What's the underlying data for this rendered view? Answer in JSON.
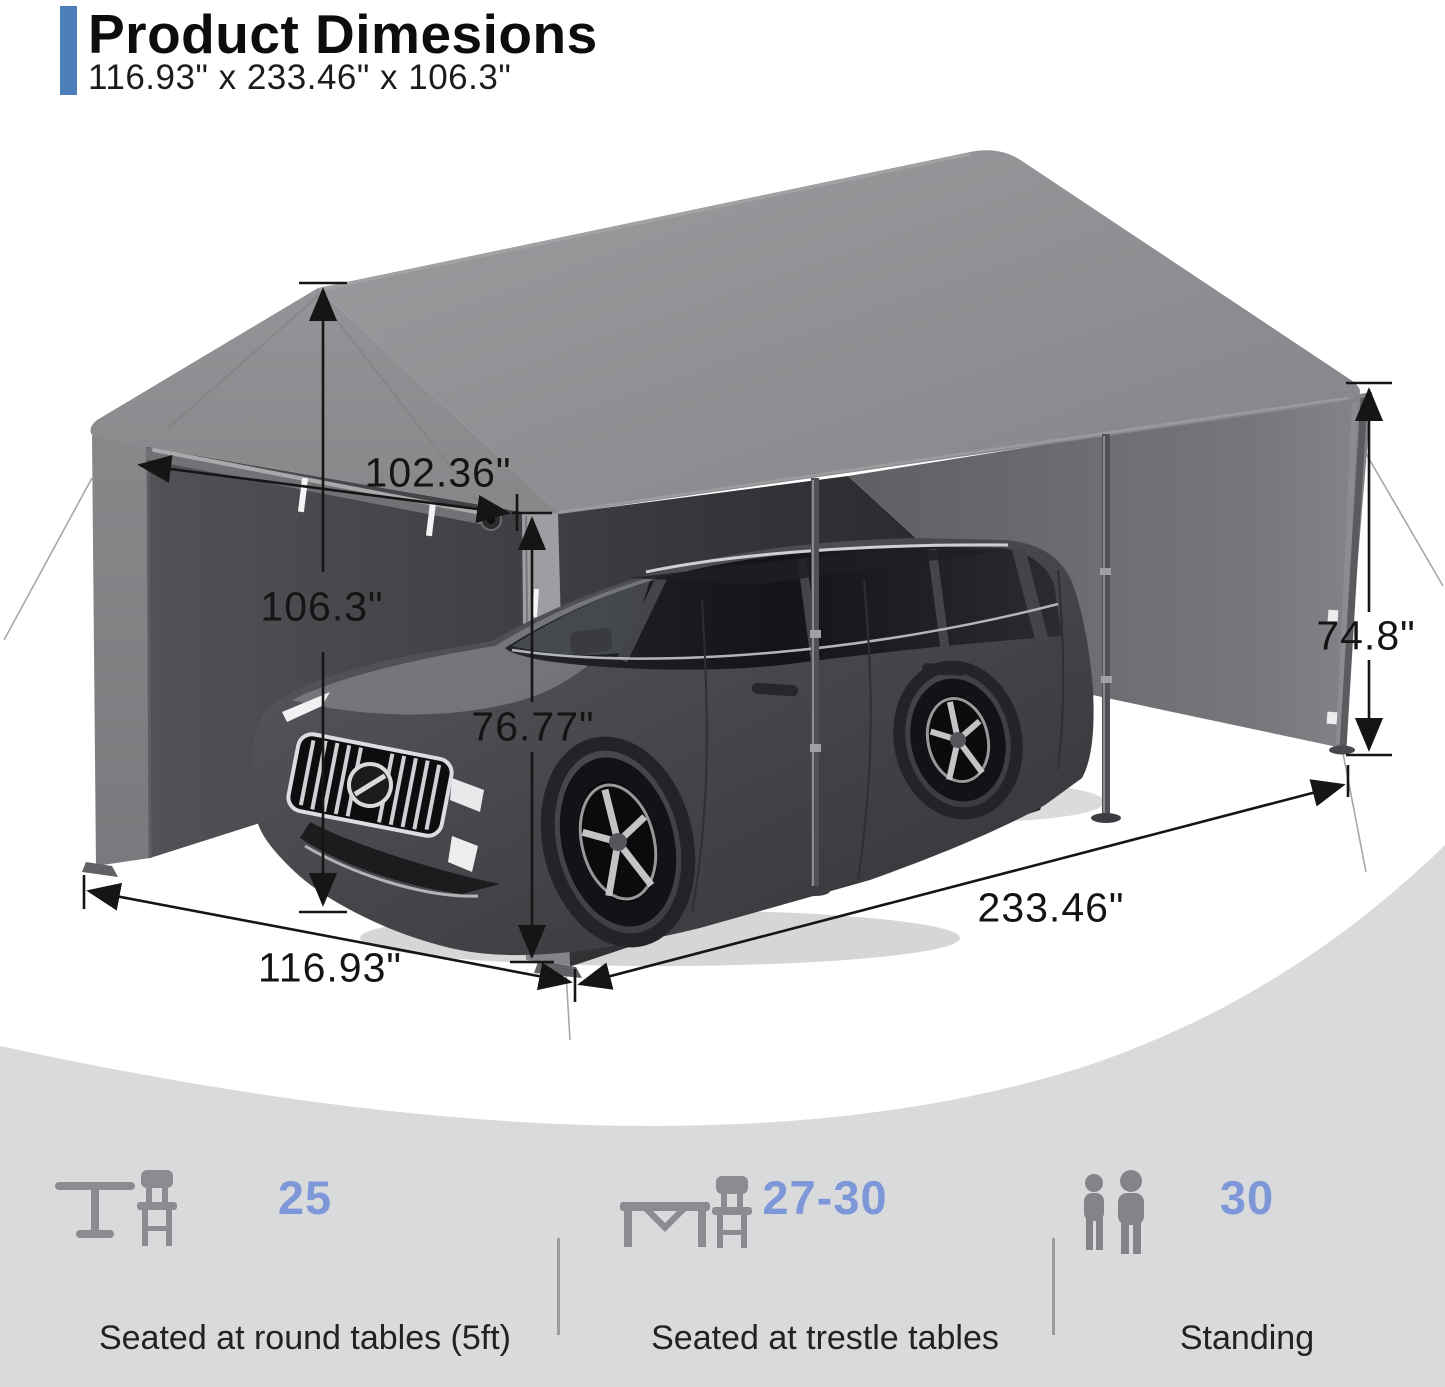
{
  "header": {
    "title": "Product Dimesions",
    "subtitle": "116.93\" x 233.46\" x 106.3\"",
    "accent_color": "#4E7FBA"
  },
  "diagram": {
    "type": "carport-canopy-dimension-diagram",
    "labels": {
      "front_opening_width": "102.36\"",
      "peak_height": "106.3\"",
      "front_clearance_height": "76.77\"",
      "side_wall_height": "74.8\"",
      "length": "233.46\"",
      "front_ground_width": "116.93\""
    },
    "colors": {
      "canopy": "#8E8F92",
      "interior_shadow": "#3A3B3E",
      "dimension_text": "#141414",
      "background_band": "#D9DADC"
    }
  },
  "capacity": {
    "accent_color": "#7E97D8",
    "items": [
      {
        "value": "25",
        "icon": "round-table-chair-icon",
        "label": "Seated at round tables (5ft)"
      },
      {
        "value": "27-30",
        "icon": "trestle-table-chair-icon",
        "label": "Seated at trestle tables"
      },
      {
        "value": "30",
        "icon": "standing-people-icon",
        "label": "Standing"
      }
    ]
  }
}
